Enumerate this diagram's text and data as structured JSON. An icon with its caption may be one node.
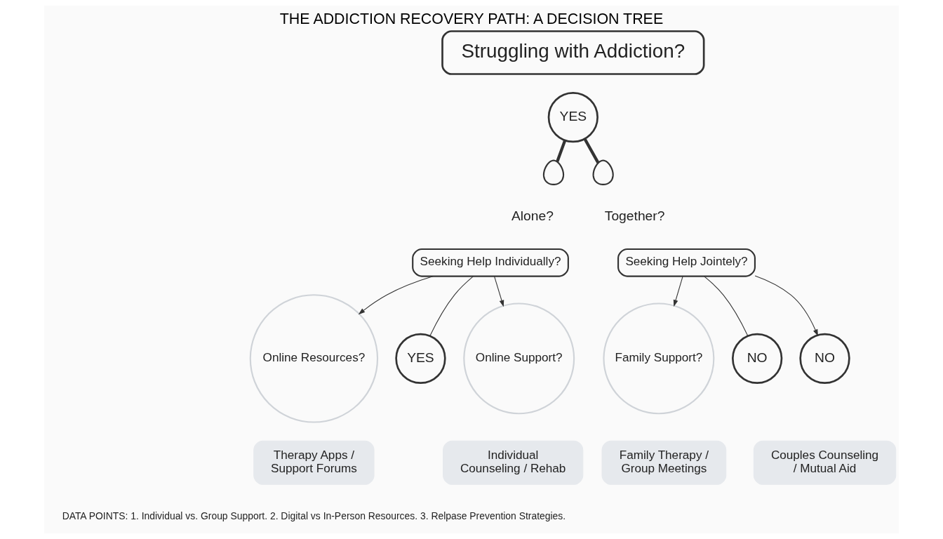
{
  "diagram": {
    "title": "THE ADDICTION RECOVERY PATH: A DECISION TREE",
    "caption": "DATA POINTS: 1. Individual vs. Group Support. 2. Digital vs In-Person Resources. 3. Relpase Prevention Strategies.",
    "nodes": [
      {
        "text": [
          "Struggling with Addiction?"
        ]
      },
      {
        "text": [
          "YES"
        ]
      },
      {
        "text": [],
        "shape": "person"
      },
      {
        "text": [],
        "shape": "person"
      },
      {
        "text": [
          "Seeking Help Individually?"
        ]
      },
      {
        "text": [
          "Online Resources?"
        ]
      },
      {
        "text": [
          "YES"
        ]
      },
      {
        "text": [
          "Online Support?"
        ]
      },
      {
        "text": [
          "Therapy Apps / Support Forums"
        ]
      },
      {
        "text": [
          "Individual Counseling / Rehab"
        ]
      },
      {
        "text": [
          "Seeking Help Jointely?"
        ]
      },
      {
        "text": [
          "Family Support?"
        ]
      },
      {
        "text": [
          "NO"
        ]
      },
      {
        "text": [
          "NO"
        ]
      },
      {
        "text": [
          "Family Therapy / Group Meetings"
        ]
      },
      {
        "text": [
          "Couples Counseling / Mutual Aid"
        ]
      }
    ],
    "edges": [
      {
        "from": 1,
        "to": 2,
        "arrow": "none",
        "style": "thick"
      },
      {
        "from": 1,
        "to": 3,
        "arrow": "none",
        "style": "thick"
      },
      {
        "from": 4,
        "to": 5,
        "arrow": "to"
      },
      {
        "from": 4,
        "to": 6,
        "arrow": "none"
      },
      {
        "from": 4,
        "to": 7,
        "arrow": "to"
      },
      {
        "from": 10,
        "to": 11,
        "arrow": "to"
      },
      {
        "from": 10,
        "to": 12,
        "arrow": "none"
      },
      {
        "from": 10,
        "to": 13,
        "arrow": "to"
      }
    ],
    "labels": [
      "Alone?",
      "Together?"
    ]
  }
}
